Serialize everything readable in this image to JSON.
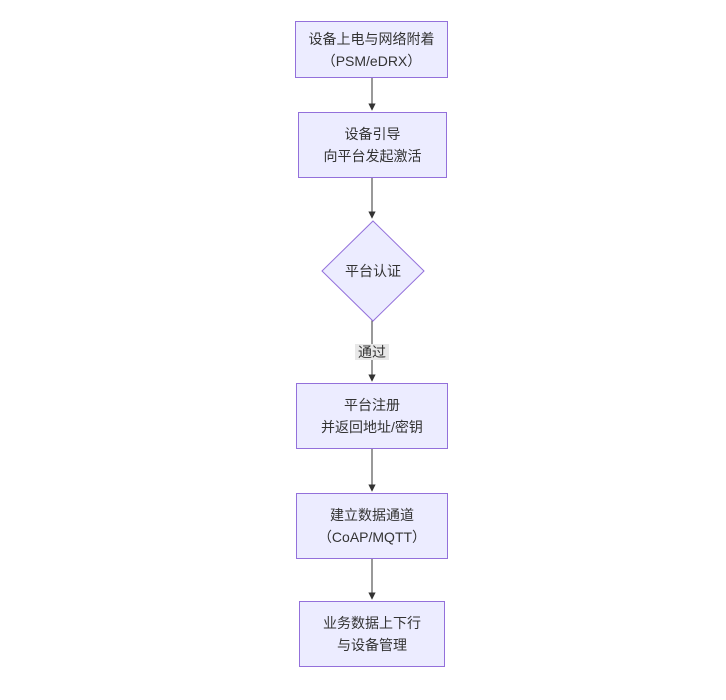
{
  "page": {
    "background": "#ffffff"
  },
  "colors": {
    "node_fill": "#ECECFF",
    "node_border": "#9370DB",
    "edge_stroke": "#333333",
    "text": "#333333",
    "edge_label_bg": "#e8e8e8",
    "page_bg": "#ffffff"
  },
  "flowchart": {
    "type": "flowchart-top-down",
    "nodes": [
      {
        "id": "power-network-attach",
        "shape": "rect",
        "line1": "设备上电与网络附着",
        "line2": "（PSM/eDRX）"
      },
      {
        "id": "bootstrap-activate",
        "shape": "rect",
        "line1": "设备引导",
        "line2": "向平台发起激活"
      },
      {
        "id": "platform-auth",
        "shape": "diamond",
        "line1": "平台认证",
        "line2": ""
      },
      {
        "id": "platform-register",
        "shape": "rect",
        "line1": "平台注册",
        "line2": "并返回地址/密钥"
      },
      {
        "id": "data-channel",
        "shape": "rect",
        "line1": "建立数据通道",
        "line2": "（CoAP/MQTT）"
      },
      {
        "id": "business-data",
        "shape": "rect",
        "line1": "业务数据上下行",
        "line2": "与设备管理"
      }
    ],
    "edges": [
      {
        "from": "power-network-attach",
        "to": "bootstrap-activate",
        "label": ""
      },
      {
        "from": "bootstrap-activate",
        "to": "platform-auth",
        "label": ""
      },
      {
        "from": "platform-auth",
        "to": "platform-register",
        "label": "通过"
      },
      {
        "from": "platform-register",
        "to": "data-channel",
        "label": ""
      },
      {
        "from": "data-channel",
        "to": "business-data",
        "label": ""
      }
    ]
  }
}
